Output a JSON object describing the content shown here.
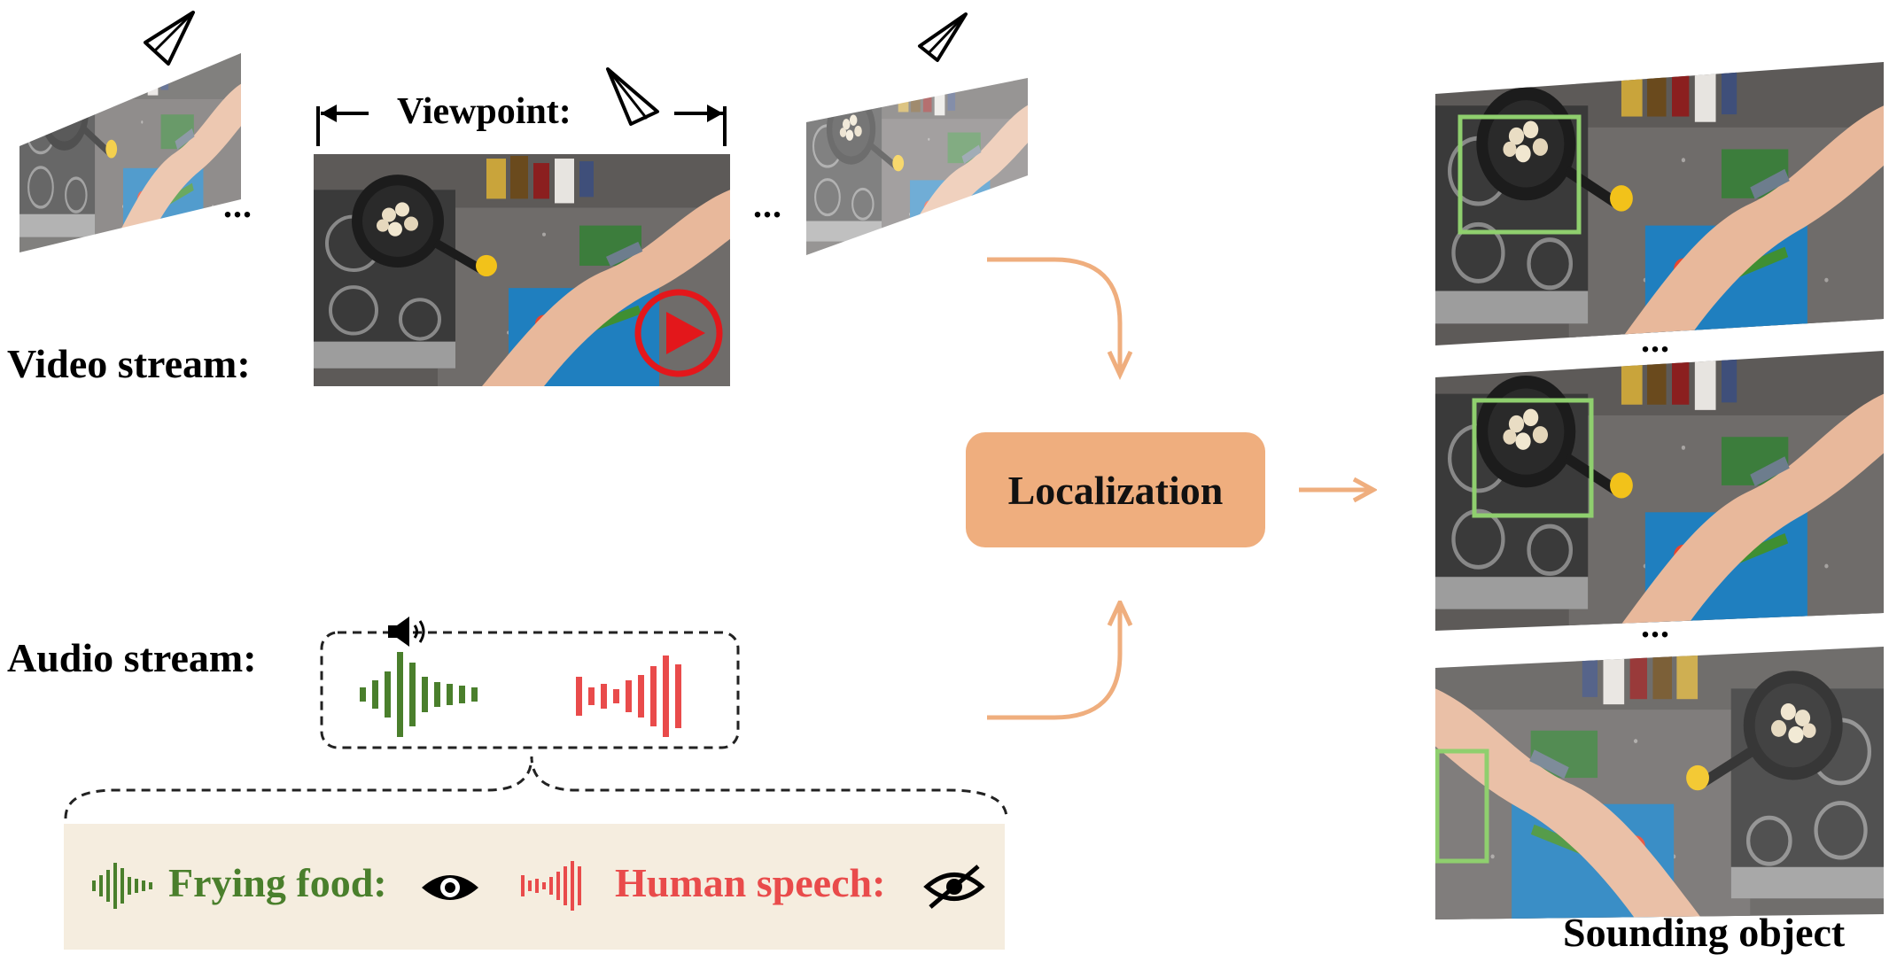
{
  "labels": {
    "viewpoint": "Viewpoint:",
    "video_stream": "Video stream:",
    "audio_stream": "Audio stream:",
    "localization": "Localization",
    "sounding_object": "Sounding object",
    "ellipsis": "...",
    "frying_food": "Frying food:",
    "human_speech": "Human speech:"
  },
  "colors": {
    "frying_green": "#4a7f2c",
    "speech_red": "#e94b4b",
    "arrow_orange": "#efae7e",
    "localization_fill": "#efae7e",
    "legend_bg": "#f5eddf",
    "bbox_green": "#8fcf6e",
    "play_red": "#e3171b"
  },
  "icons": {
    "camera": "camera-frustum-icon",
    "play": "play-icon",
    "speaker": "speaker-icon",
    "eye": "eye-icon",
    "eye_off": "eye-slash-icon",
    "waveform": "waveform-icon"
  },
  "legend": [
    {
      "label": "Frying food:",
      "visibility": "visible"
    },
    {
      "label": "Human speech:",
      "visibility": "not visible"
    }
  ]
}
